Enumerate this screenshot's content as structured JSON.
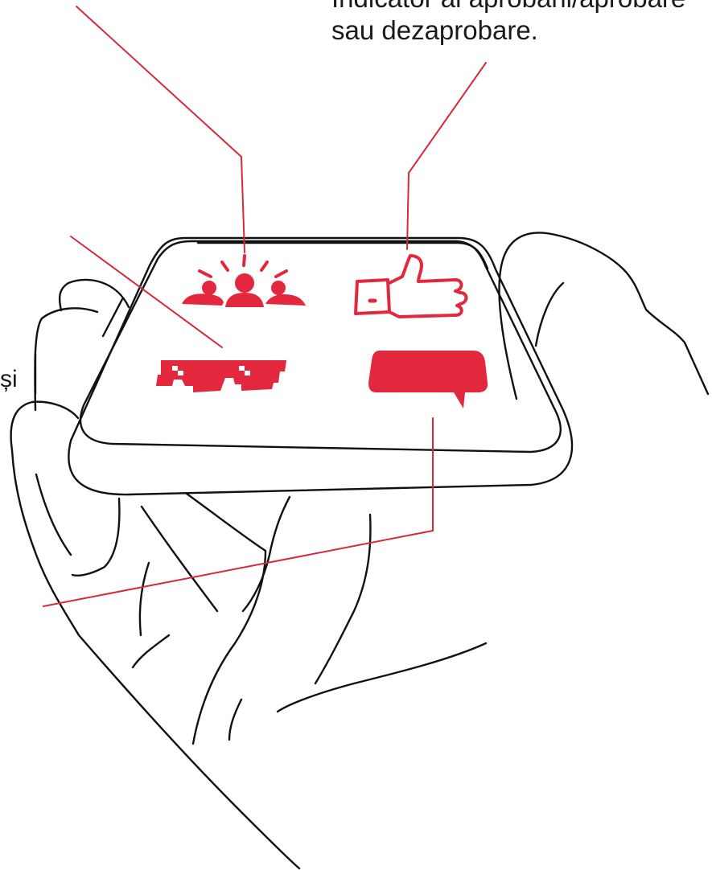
{
  "labels": {
    "top_right_line1": "Indicator al aprobării/aprobare",
    "top_right_line2": "sau dezaprobare.",
    "left_partial": "și"
  },
  "icons": {
    "crowd": "crowd-icon",
    "thumbs_up": "thumbs-up-icon",
    "pixel_sunglasses": "pixel-sunglasses-icon",
    "speech_bubble": "speech-bubble-icon"
  },
  "colors": {
    "accent": "#e3283d",
    "ink": "#111111",
    "leader": "#d42a3c",
    "background": "#ffffff"
  }
}
